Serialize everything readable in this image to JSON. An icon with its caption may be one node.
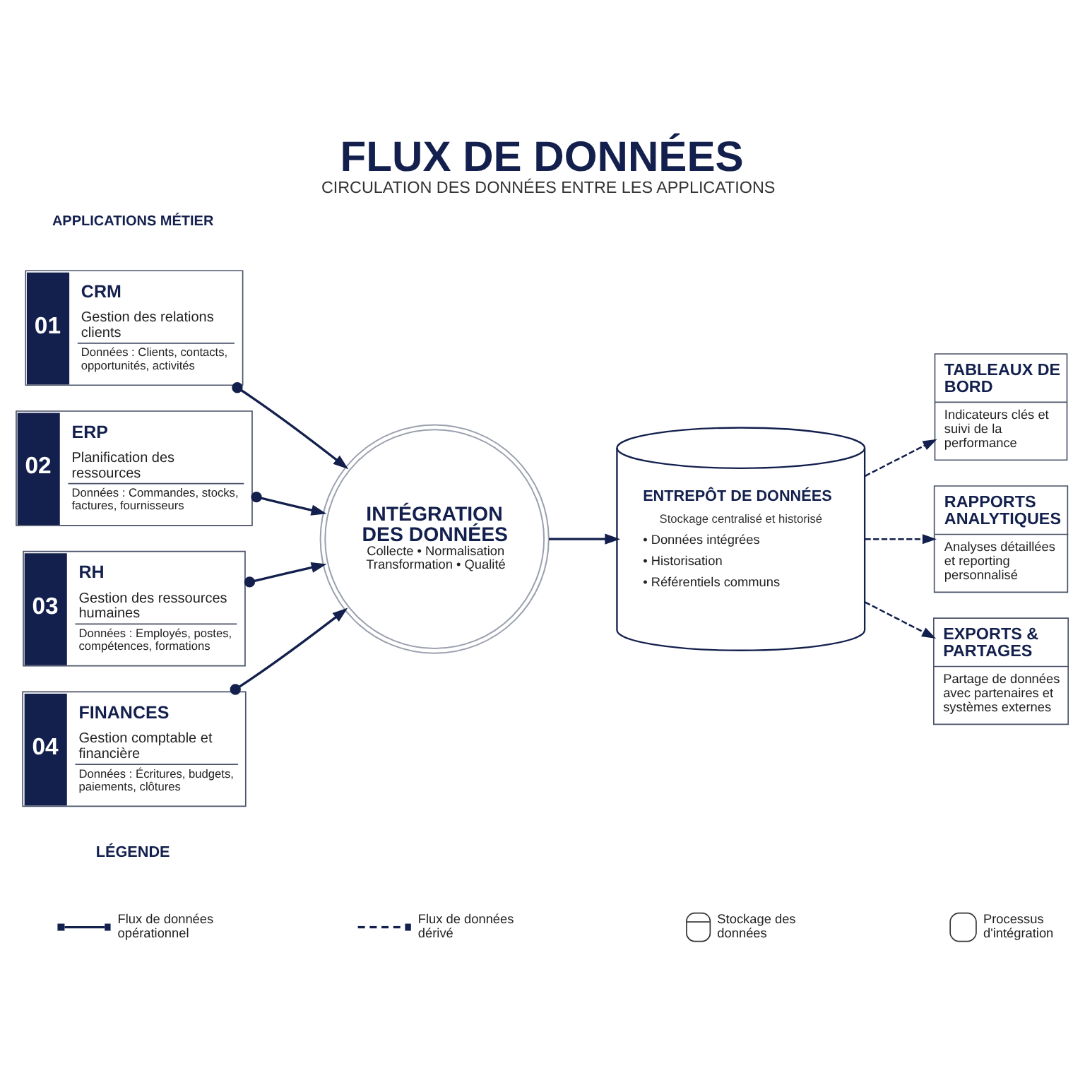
{
  "diagram": {
    "title": "FLUX DE DONNÉES",
    "caption": "CIRCULATION DES DONNÉES ENTRE LES APPLICATIONS",
    "nodes": [
      {
        "text": [
          "01",
          "CRM",
          "Gestion des relations clients",
          "Données : Clients, contacts, opportunités, activités"
        ]
      },
      {
        "text": [
          "02",
          "ERP",
          "Planification des ressources",
          "Données : Commandes, stocks, factures, fournisseurs"
        ]
      },
      {
        "text": [
          "03",
          "RH",
          "Gestion des ressources humaines",
          "Données : Employés, postes, compétences, formations"
        ]
      },
      {
        "text": [
          "04",
          "FINANCES",
          "Gestion comptable et financière",
          "Données : Écritures, budgets, paiements, clôtures"
        ]
      },
      {
        "text": [
          "INTÉGRATION DES DONNÉES",
          "Collecte • Normalisation Transformation • Qualité"
        ]
      },
      {
        "text": [
          "ENTREPÔT DE DONNÉES",
          "Stockage centralisé et historisé",
          "• Données intégrées",
          "• Historisation",
          "• Référentiels communs"
        ]
      },
      {
        "text": [
          "TABLEAUX DE BORD",
          "Indicateurs clés et suivi de la performance"
        ]
      },
      {
        "text": [
          "RAPPORTS ANALYTIQUES",
          "Analyses détaillées et reporting personnalisé"
        ]
      },
      {
        "text": [
          "EXPORTS & PARTAGES",
          "Partage de données avec partenaires et systèmes externes"
        ]
      }
    ],
    "edges": [
      {
        "from": 0,
        "to": 4,
        "arrow": "to"
      },
      {
        "from": 1,
        "to": 4,
        "arrow": "to"
      },
      {
        "from": 2,
        "to": 4,
        "arrow": "to"
      },
      {
        "from": 3,
        "to": 4,
        "arrow": "to"
      },
      {
        "from": 4,
        "to": 5,
        "arrow": "to"
      },
      {
        "from": 5,
        "to": 6,
        "arrow": "to",
        "style": "dashed"
      },
      {
        "from": 5,
        "to": 7,
        "arrow": "to",
        "style": "dashed"
      },
      {
        "from": 5,
        "to": 8,
        "arrow": "to",
        "style": "dashed"
      }
    ],
    "labels": [
      "APPLICATIONS MÉTIER",
      "LÉGENDE"
    ],
    "legend": [
      {
        "text": "Flux de données opérationnel"
      },
      {
        "text": "Flux de données dérivé"
      },
      {
        "text": "Stockage des données"
      },
      {
        "text": "Processus d'intégration"
      }
    ]
  }
}
